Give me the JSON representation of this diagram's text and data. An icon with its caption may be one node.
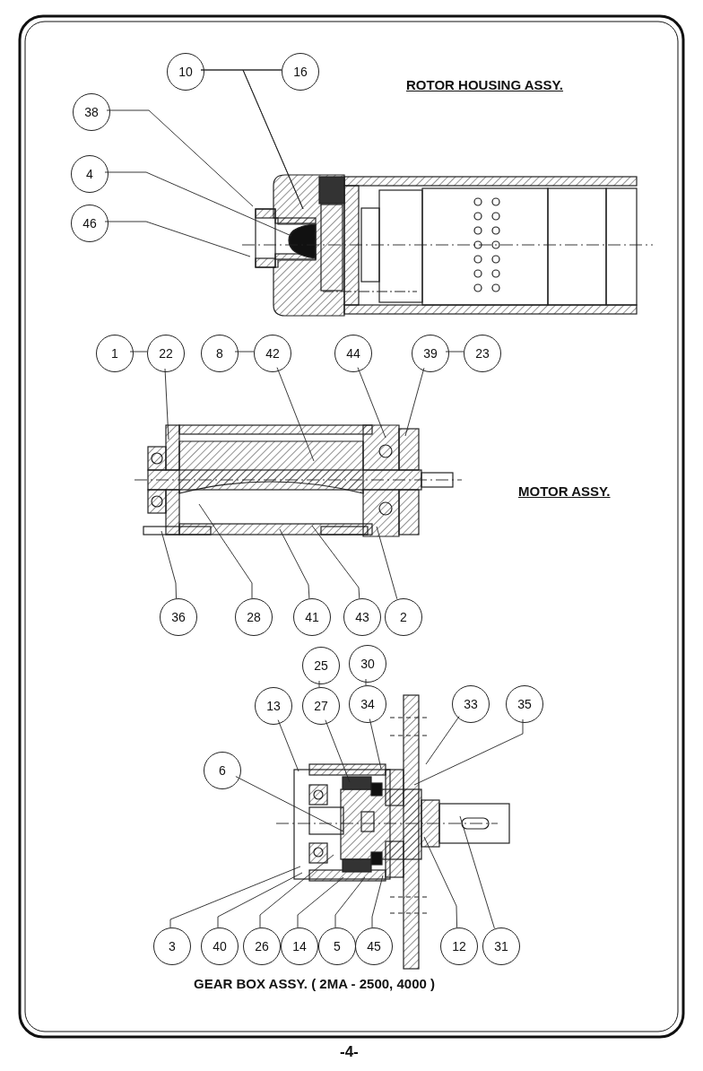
{
  "diagram": {
    "nodes": [
      {
        "text": [
          "10"
        ]
      },
      {
        "text": [
          "16"
        ]
      },
      {
        "text": [
          "38"
        ]
      },
      {
        "text": [
          "4"
        ]
      },
      {
        "text": [
          "46"
        ]
      },
      {
        "text": [
          "1"
        ]
      },
      {
        "text": [
          "22"
        ]
      },
      {
        "text": [
          "8"
        ]
      },
      {
        "text": [
          "42"
        ]
      },
      {
        "text": [
          "44"
        ]
      },
      {
        "text": [
          "39"
        ]
      },
      {
        "text": [
          "23"
        ]
      },
      {
        "text": [
          "36"
        ]
      },
      {
        "text": [
          "28"
        ]
      },
      {
        "text": [
          "41"
        ]
      },
      {
        "text": [
          "43"
        ]
      },
      {
        "text": [
          "2"
        ]
      },
      {
        "text": [
          "25"
        ]
      },
      {
        "text": [
          "30"
        ]
      },
      {
        "text": [
          "13"
        ]
      },
      {
        "text": [
          "27"
        ]
      },
      {
        "text": [
          "34"
        ]
      },
      {
        "text": [
          "33"
        ]
      },
      {
        "text": [
          "35"
        ]
      },
      {
        "text": [
          "6"
        ]
      },
      {
        "text": [
          "3"
        ]
      },
      {
        "text": [
          "40"
        ]
      },
      {
        "text": [
          "26"
        ]
      },
      {
        "text": [
          "14"
        ]
      },
      {
        "text": [
          "5"
        ]
      },
      {
        "text": [
          "45"
        ]
      },
      {
        "text": [
          "12"
        ]
      },
      {
        "text": [
          "31"
        ]
      }
    ],
    "edges": [
      {
        "from": 0,
        "to": 1,
        "arrow": "none"
      },
      {
        "from": 0,
        "to": null,
        "arrow": "none"
      },
      {
        "from": 1,
        "to": null,
        "arrow": "none"
      },
      {
        "from": 2,
        "to": null,
        "arrow": "none"
      },
      {
        "from": 3,
        "to": null,
        "arrow": "none"
      },
      {
        "from": 4,
        "to": null,
        "arrow": "none"
      },
      {
        "from": 5,
        "to": 6,
        "arrow": "none"
      },
      {
        "from": 6,
        "to": null,
        "arrow": "none"
      },
      {
        "from": 7,
        "to": 8,
        "arrow": "none"
      },
      {
        "from": 8,
        "to": null,
        "arrow": "none"
      },
      {
        "from": 9,
        "to": null,
        "arrow": "none"
      },
      {
        "from": 10,
        "to": 11,
        "arrow": "none"
      },
      {
        "from": 10,
        "to": null,
        "arrow": "none"
      },
      {
        "from": 12,
        "to": null,
        "arrow": "none"
      },
      {
        "from": 13,
        "to": null,
        "arrow": "none"
      },
      {
        "from": 14,
        "to": null,
        "arrow": "none"
      },
      {
        "from": 15,
        "to": null,
        "arrow": "none"
      },
      {
        "from": 16,
        "to": null,
        "arrow": "none"
      },
      {
        "from": 17,
        "to": 20,
        "arrow": "none"
      },
      {
        "from": 18,
        "to": 21,
        "arrow": "none"
      },
      {
        "from": 19,
        "to": null,
        "arrow": "none"
      },
      {
        "from": 20,
        "to": null,
        "arrow": "none"
      },
      {
        "from": 21,
        "to": null,
        "arrow": "none"
      },
      {
        "from": 22,
        "to": null,
        "arrow": "none"
      },
      {
        "from": 23,
        "to": null,
        "arrow": "none"
      },
      {
        "from": 24,
        "to": null,
        "arrow": "none"
      },
      {
        "from": 25,
        "to": null,
        "arrow": "none"
      },
      {
        "from": 26,
        "to": null,
        "arrow": "none"
      },
      {
        "from": 27,
        "to": null,
        "arrow": "none"
      },
      {
        "from": 28,
        "to": null,
        "arrow": "none"
      },
      {
        "from": 29,
        "to": null,
        "arrow": "none"
      },
      {
        "from": 30,
        "to": null,
        "arrow": "none"
      },
      {
        "from": 31,
        "to": null,
        "arrow": "none"
      },
      {
        "from": 32,
        "to": null,
        "arrow": "none"
      }
    ],
    "labels": [
      "ROTOR HOUSING ASSY.",
      "MOTOR ASSY.",
      "GEAR BOX ASSY. ( 2MA - 2500, 4000 )",
      "-4-"
    ]
  }
}
